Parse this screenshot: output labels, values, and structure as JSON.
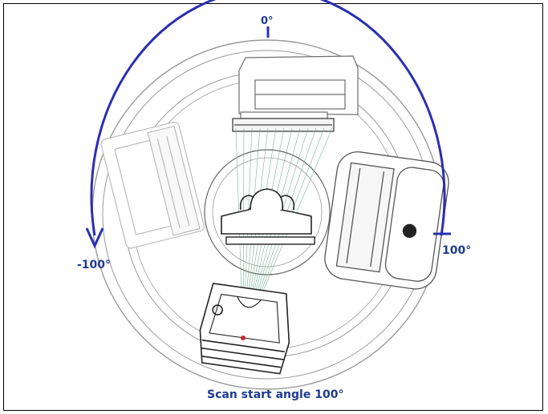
{
  "labels": {
    "top_angle": "0°",
    "right_angle": "100°",
    "left_angle": "-100°",
    "caption": "Scan start angle 100°"
  },
  "colors": {
    "arc": "#2a2fb0",
    "label": "#1f3a93",
    "beam": "#5fa98a",
    "source": "#cc2a2a",
    "outline": "#7a7a7a"
  }
}
